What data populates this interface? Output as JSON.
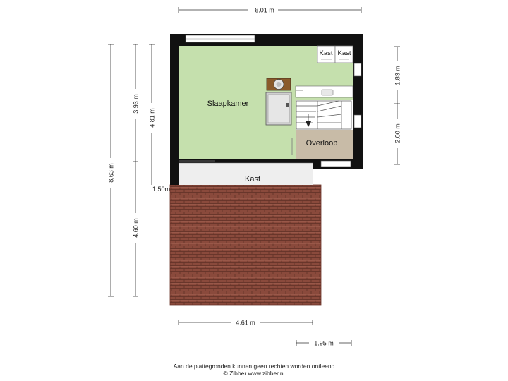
{
  "rooms": {
    "slaapkamer": "Slaapkamer",
    "kast_small_1": "Kast",
    "kast_small_2": "Kast",
    "overloop": "Overloop",
    "kast": "Kast"
  },
  "dimensions": {
    "top_width": "6.01 m",
    "bottom_width": "4.61 m",
    "bottom_right_width": "1.95 m",
    "left_total": "8.63 m",
    "left_upper": "3.93 m",
    "left_lower": "4.60 m",
    "inner_height": "4.81 m",
    "inner_level": "1,50m",
    "right_upper": "1.83 m",
    "right_lower": "2.00 m"
  },
  "footer": {
    "disclaimer": "Aan de plattegronden kunnen geen rechten worden ontleend",
    "copyright": "© Zibber www.zibber.nl"
  },
  "colors": {
    "bedroom": "#c5e0ad",
    "landing": "#c8bba7",
    "roof": "#8b4a3b",
    "wall": "#111111"
  }
}
